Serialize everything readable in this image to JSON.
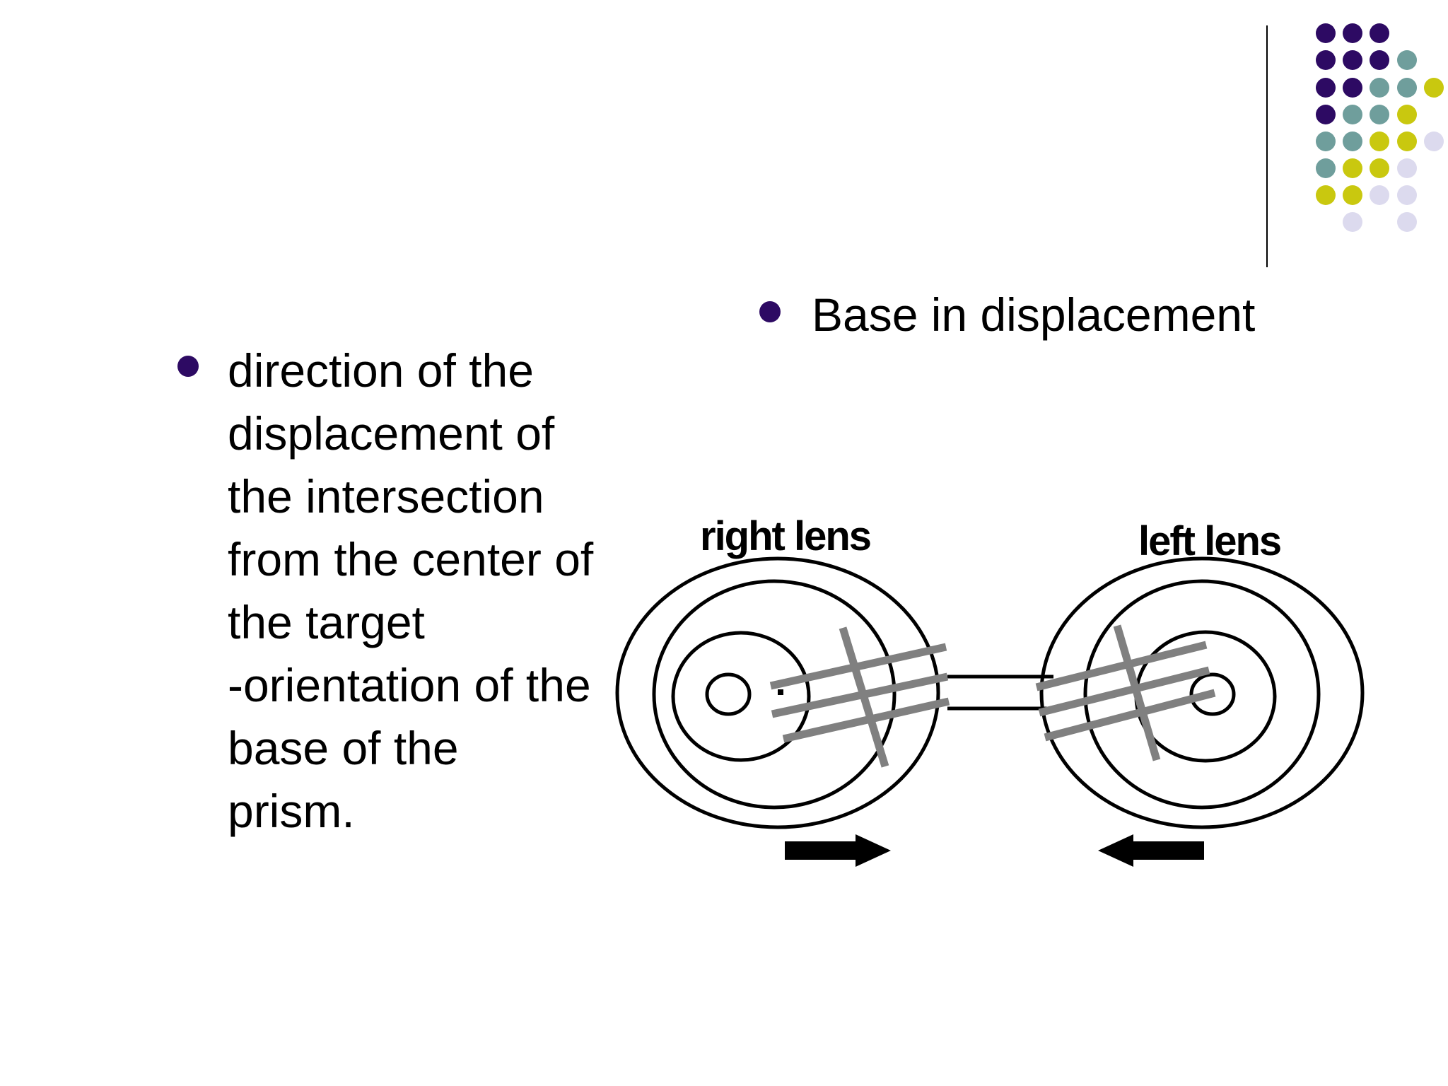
{
  "slide": {
    "bullets": {
      "left": {
        "lines": [
          "direction of the",
          "displacement of",
          "the intersection",
          "from the center of",
          "the target",
          "-orientation of the",
          "base of the",
          "prism."
        ]
      },
      "right": {
        "text": "Base in displacement"
      }
    },
    "diagram": {
      "right_lens_label": "right lens",
      "left_lens_label": "left lens"
    }
  },
  "theme": {
    "bullet_color": "#2d0a63",
    "dot_colors": {
      "purple": "#2d0a63",
      "teal": "#6f9e9c",
      "yellow": "#c9c80f",
      "lavender": "#dcdaee"
    },
    "diagram_cross_color": "#808080"
  }
}
